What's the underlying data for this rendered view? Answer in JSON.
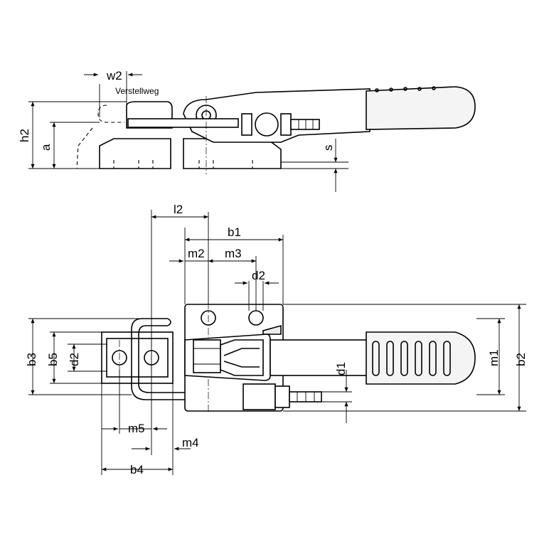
{
  "labels": {
    "w2": "w2",
    "verstellweg": "Verstellweg",
    "h2": "h2",
    "a": "a",
    "s": "s",
    "l2": "l2",
    "b1": "b1",
    "m2": "m2",
    "m3": "m3",
    "d2_top": "d2",
    "b3": "b3",
    "b5": "b5",
    "d2_left": "d2",
    "d1": "d1",
    "m1": "m1",
    "b2": "b2",
    "m5": "m5",
    "m4": "m4",
    "b4": "b4"
  }
}
